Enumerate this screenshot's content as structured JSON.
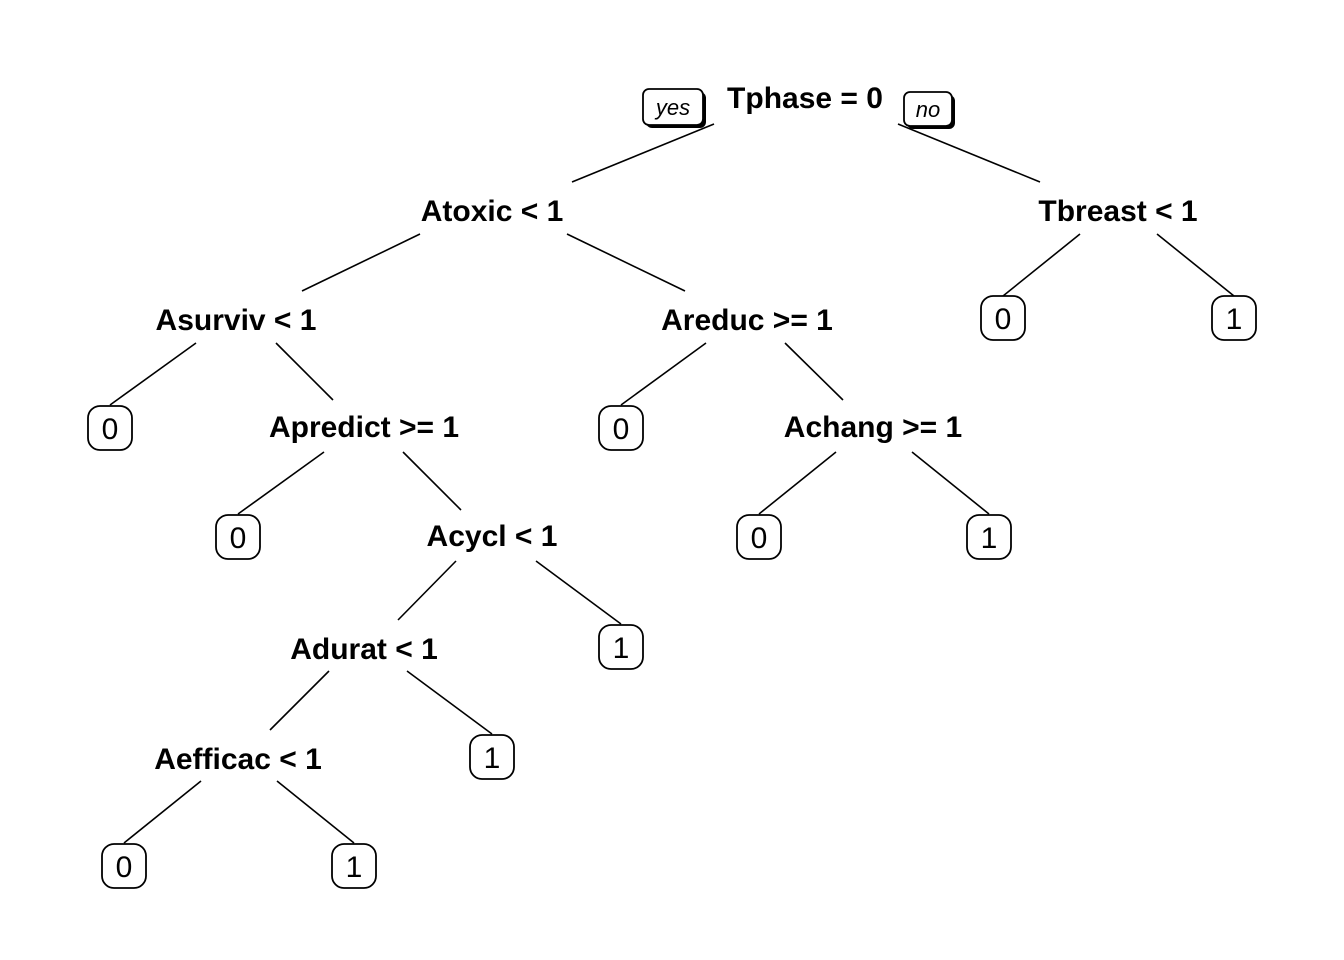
{
  "tree": {
    "root_yes_label": "yes",
    "root_no_label": "no",
    "nodes": [
      {
        "id": "n-root",
        "label": "Tphase = 0",
        "type": "split"
      },
      {
        "id": "n-atoxic",
        "label": "Atoxic < 1",
        "type": "split"
      },
      {
        "id": "n-tbreast",
        "label": "Tbreast < 1",
        "type": "split"
      },
      {
        "id": "n-asurviv",
        "label": "Asurviv < 1",
        "type": "split"
      },
      {
        "id": "n-areduc",
        "label": "Areduc >= 1",
        "type": "split"
      },
      {
        "id": "n-leaf-tb-0",
        "label": "0",
        "type": "leaf"
      },
      {
        "id": "n-leaf-tb-1",
        "label": "1",
        "type": "leaf"
      },
      {
        "id": "n-leaf-as-0",
        "label": "0",
        "type": "leaf"
      },
      {
        "id": "n-apredict",
        "label": "Apredict >= 1",
        "type": "split"
      },
      {
        "id": "n-leaf-ar-0",
        "label": "0",
        "type": "leaf"
      },
      {
        "id": "n-achang",
        "label": "Achang >= 1",
        "type": "split"
      },
      {
        "id": "n-leaf-ap-0",
        "label": "0",
        "type": "leaf"
      },
      {
        "id": "n-acycl",
        "label": "Acycl < 1",
        "type": "split"
      },
      {
        "id": "n-leaf-ac-0",
        "label": "0",
        "type": "leaf"
      },
      {
        "id": "n-leaf-ac-1",
        "label": "1",
        "type": "leaf"
      },
      {
        "id": "n-adurat",
        "label": "Adurat < 1",
        "type": "split"
      },
      {
        "id": "n-leaf-acy-1",
        "label": "1",
        "type": "leaf"
      },
      {
        "id": "n-aefficac",
        "label": "Aefficac < 1",
        "type": "split"
      },
      {
        "id": "n-leaf-ad-1",
        "label": "1",
        "type": "leaf"
      },
      {
        "id": "n-leaf-ae-0",
        "label": "0",
        "type": "leaf"
      },
      {
        "id": "n-leaf-ae-1",
        "label": "1",
        "type": "leaf"
      }
    ]
  }
}
